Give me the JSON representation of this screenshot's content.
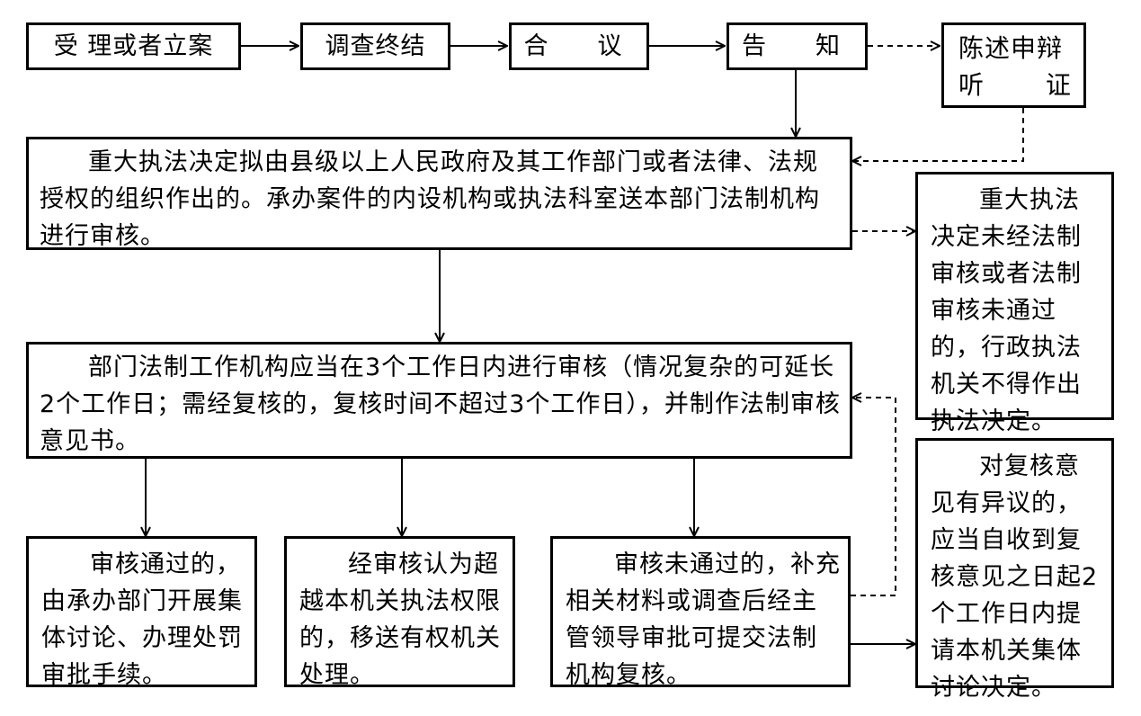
{
  "top_row": {
    "accept": "受 理或者立案",
    "investigate": "调查终结",
    "deliberate": "合　议",
    "notify": "告　知",
    "hearing": [
      "陈述申辩",
      "听　　 证"
    ]
  },
  "main_flow": {
    "submission": "重大执法决定拟由县级以上人民政府及其工作部门或者法律、法规授权的组织作出的。承办案件的内设机构或执法科室送本部门法制机构进行审核。",
    "review": "部门法制工作机构应当在3个工作日内进行审核（情况复杂的可延长2个工作日；需经复核的，复核时间不超过3个工作日），并制作法制审核意见书。"
  },
  "side_notes": {
    "not_reviewed": "重大执法决定未经法制审核或者法制审核未通过的，行政执法机关不得作出执法决定。",
    "objection": "对复核意见有异议的，应当自收到复核意见之日起2个工作日内提请本机关集体讨论决定。"
  },
  "outcomes": {
    "approved": "审核通过的，由承办部门开展集体讨论、办理处罚审批手续。",
    "beyond_authority": "经审核认为超越本机关执法权限的，移送有权机关处理。",
    "rejected": "审核未通过的，补充相关材料或调查后经主管领导审批可提交法制机构复核。"
  }
}
